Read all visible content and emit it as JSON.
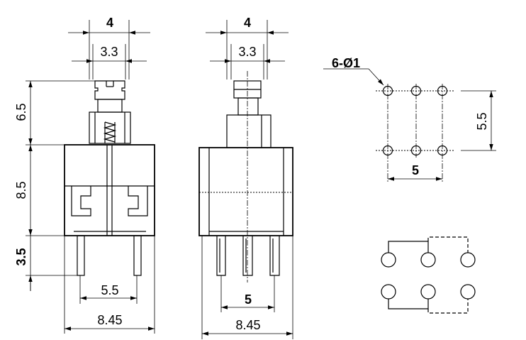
{
  "front_view": {
    "dim_width_top": "4",
    "dim_stem": "3.3",
    "dim_stroke": "6.5",
    "dim_body": "8.5",
    "dim_pin": "3.5",
    "dim_pin_pitch": "5.5",
    "dim_total_width": "8.45"
  },
  "side_view": {
    "dim_width_top": "4",
    "dim_stem": "3.3",
    "dim_pin_pitch": "5",
    "dim_total_width": "8.45"
  },
  "footprint": {
    "hole_label": "6-Ø1",
    "dim_row_spacing": "5.5",
    "dim_col_pitch": "5"
  }
}
